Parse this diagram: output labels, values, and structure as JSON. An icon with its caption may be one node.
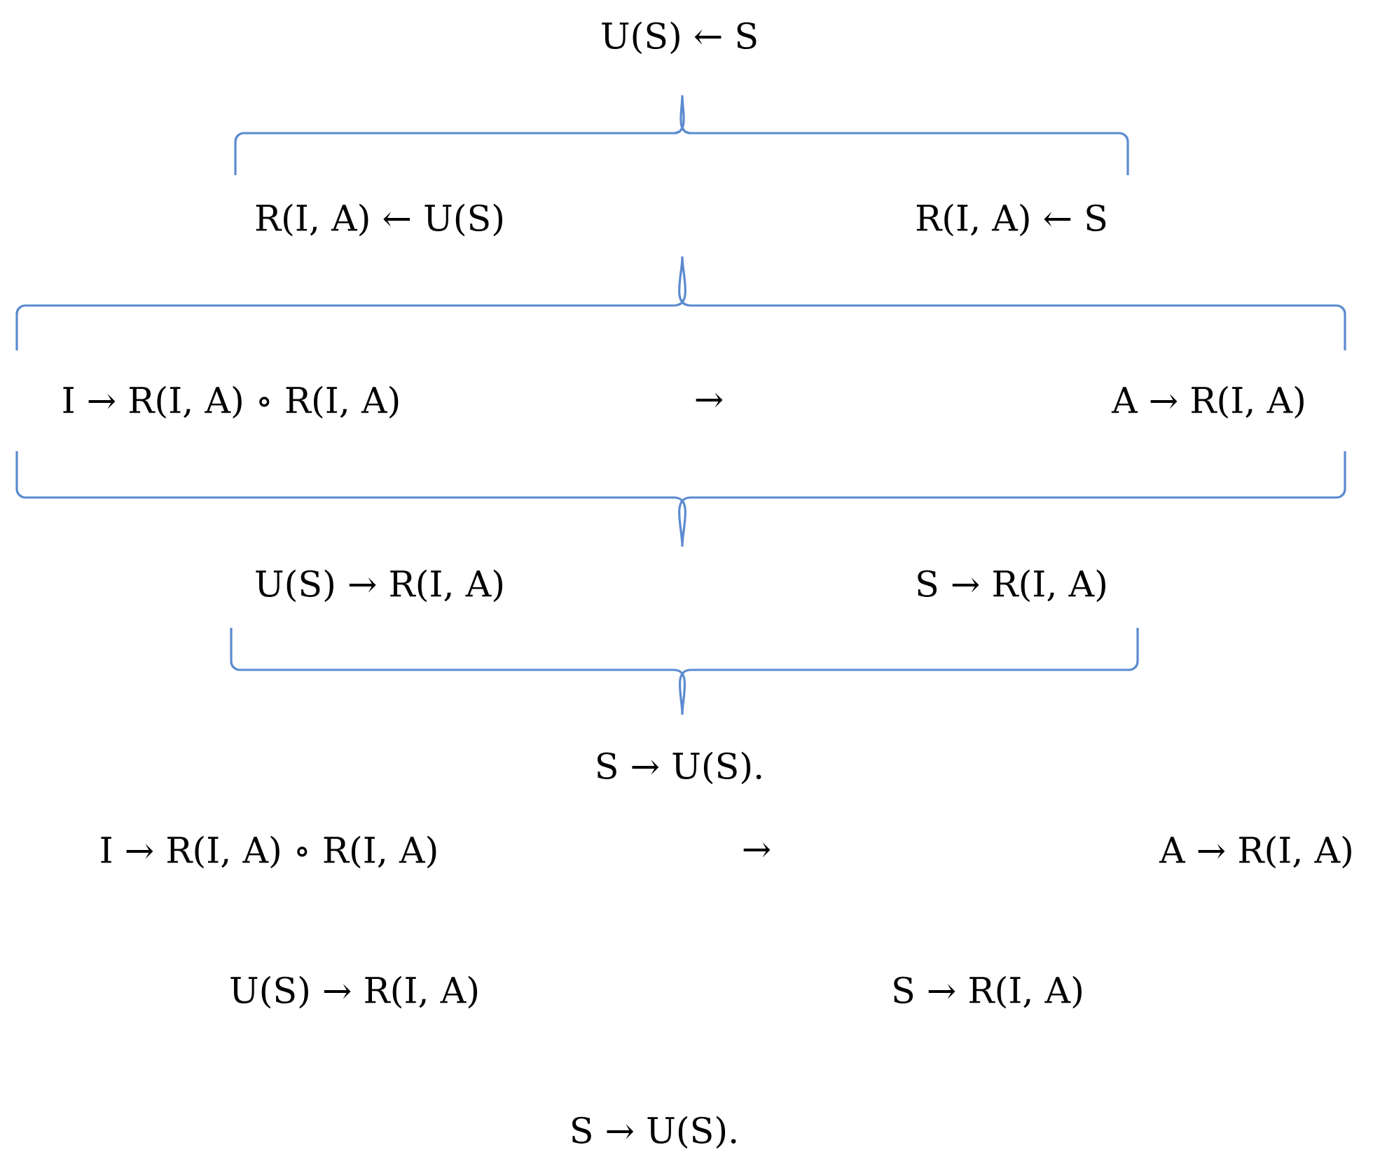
{
  "diagram": {
    "labels": [
      "U(S) ← S",
      "R(I, A) ← U(S)",
      "R(I, A) ← S",
      "I → R(I, A) ∘ R(I, A)",
      "→",
      "A → R(I, A)",
      "U(S) → R(I, A)",
      "S → R(I, A)",
      "S → U(S).",
      "I → R(I, A) ∘ R(I, A)",
      "→",
      "A → R(I, A)",
      "U(S) → R(I, A)",
      "S → R(I, A)",
      "S → U(S)."
    ]
  }
}
